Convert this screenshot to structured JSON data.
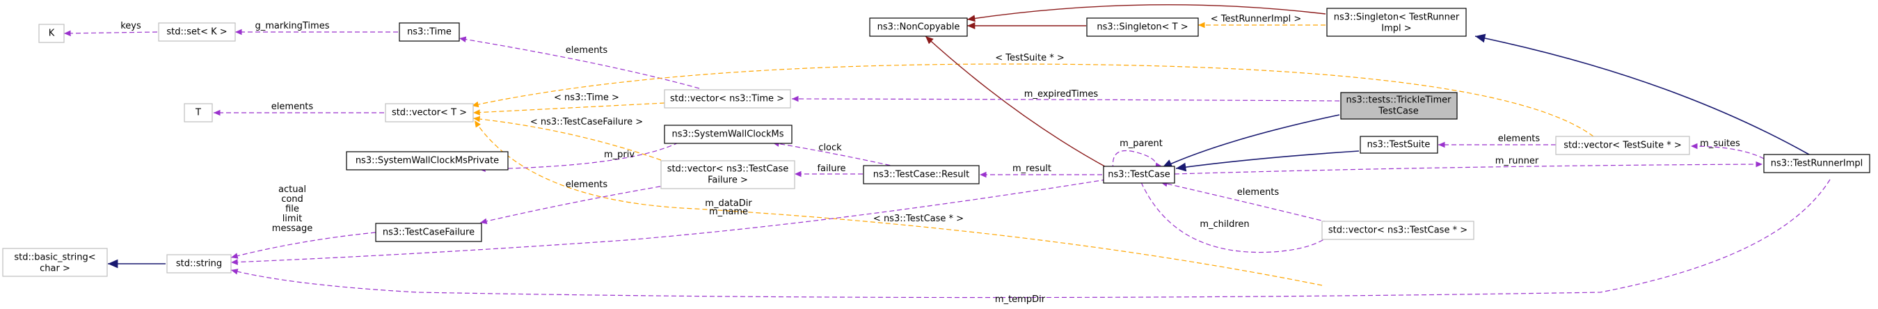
{
  "nodes": {
    "k": "K",
    "set_k": "std::set< K >",
    "time": "ns3::Time",
    "t": "T",
    "vector_t": "std::vector< T >",
    "vector_time": "std::vector< ns3::Time >",
    "noncopyable": "ns3::NonCopyable",
    "singleton_t": "ns3::Singleton< T >",
    "singleton_runner_1": "ns3::Singleton< TestRunner",
    "singleton_runner_2": "Impl >",
    "trickle_1": "ns3::tests::TrickleTimer",
    "trickle_2": "TestCase",
    "wallclock": "ns3::SystemWallClockMs",
    "wallclock_private": "ns3::SystemWallClockMsPrivate",
    "vector_failure_1": "std::vector< ns3::TestCase",
    "vector_failure_2": "Failure >",
    "result": "ns3::TestCase::Result",
    "testcase": "ns3::TestCase",
    "testsuite": "ns3::TestSuite",
    "vector_suite": "std::vector< TestSuite * >",
    "runner_impl": "ns3::TestRunnerImpl",
    "basic_string_1": "std::basic_string<",
    "basic_string_2": "char >",
    "string": "std::string",
    "testcase_failure": "ns3::TestCaseFailure",
    "vector_testcase": "std::vector< ns3::TestCase * >"
  },
  "edge_labels": {
    "keys": "keys",
    "g_marking_times": "g_markingTimes",
    "elements_time": "elements",
    "elements_t": "elements",
    "tpl_time": "< ns3::Time >",
    "tpl_testsuite": "< TestSuite * >",
    "tpl_testcasefailure": "< ns3::TestCaseFailure >",
    "tpl_testcase_ptr": "< ns3::TestCase * >",
    "tpl_runnerimpl": "< TestRunnerImpl >",
    "m_expired_times": "m_expiredTimes",
    "m_parent": "m_parent",
    "m_priv": "m_priv",
    "clock": "clock",
    "failure": "failure",
    "m_result": "m_result",
    "elements_failure": "elements",
    "m_data_dir": "m_dataDir",
    "m_name": "m_name",
    "elements_suite": "elements",
    "m_runner": "m_runner",
    "m_suites": "m_suites",
    "elements_testcase": "elements",
    "m_children": "m_children",
    "m_temp_dir": "m_tempDir",
    "failure_fields_1": "actual",
    "failure_fields_2": "cond",
    "failure_fields_3": "file",
    "failure_fields_4": "limit",
    "failure_fields_5": "message"
  },
  "colors": {
    "inheritance": "#191970",
    "composition": "#8b1a1a",
    "usage": "#9a32cd",
    "template": "#ffa500",
    "node_border": "#000000",
    "node_border_faint": "#bfbfbf",
    "highlight_fill": "#bfbfbf"
  }
}
